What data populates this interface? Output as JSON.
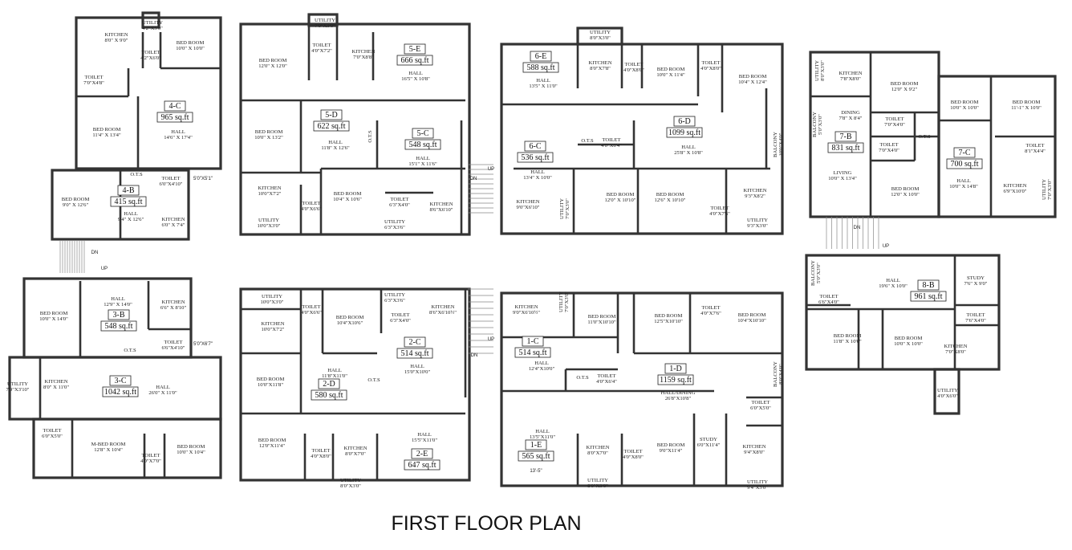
{
  "title": "FIRST FLOOR PLAN",
  "units": [
    {
      "id": "4-C",
      "area": "965 sq.ft",
      "rooms": [
        {
          "name": "UTILITY",
          "dim": "4'2\"X5'0\""
        },
        {
          "name": "KITCHEN",
          "dim": "8'0\" X 9'0\""
        },
        {
          "name": "BED ROOM",
          "dim": "10'0\" X 10'0\""
        },
        {
          "name": "TOILET",
          "dim": "4'2\"X6'0\""
        },
        {
          "name": "TOILET",
          "dim": "7'0\"X4'8\""
        },
        {
          "name": "BED ROOM",
          "dim": "11'4\" X 13'4\""
        },
        {
          "name": "HALL",
          "dim": "14'6\" X 17'4\""
        }
      ]
    },
    {
      "id": "4-B",
      "area": "415 sq.ft",
      "rooms": [
        {
          "name": "O.T.S",
          "dim": ""
        },
        {
          "name": "TOILET",
          "dim": "6'0\"X4'10\""
        },
        {
          "name": "BED ROOM",
          "dim": "9'0\" X 12'6\""
        },
        {
          "name": "HALL",
          "dim": "9'4\" X 12'6\""
        },
        {
          "name": "KITCHEN",
          "dim": "6'0\" X 7'4\""
        }
      ]
    },
    {
      "id": "3-B",
      "area": "548 sq.ft",
      "rooms": [
        {
          "name": "HALL",
          "dim": "12'9\" X 14'0\""
        },
        {
          "name": "BED ROOM",
          "dim": "10'0\" X 14'0\""
        },
        {
          "name": "KITCHEN",
          "dim": "6'6\" X 8'10\""
        },
        {
          "name": "TOILET",
          "dim": "6'6\"X4'10\""
        },
        {
          "name": "O.T.S",
          "dim": ""
        }
      ]
    },
    {
      "id": "3-C",
      "area": "1042 sq.ft",
      "rooms": [
        {
          "name": "UTILITY",
          "dim": "7'9\"X3'10\""
        },
        {
          "name": "KITCHEN",
          "dim": "8'0\" X 11'0\""
        },
        {
          "name": "HALL",
          "dim": "26'0\" X 11'0\""
        },
        {
          "name": "TOILET",
          "dim": "6'0\"X5'0\""
        },
        {
          "name": "M-BED ROOM",
          "dim": "12'8\" X 10'4\""
        },
        {
          "name": "TOILET",
          "dim": "4'0\"X7'0\""
        },
        {
          "name": "BED ROOM",
          "dim": "10'0\" X 10'4\""
        }
      ]
    },
    {
      "id": "5-E",
      "area": "666 sq.ft",
      "rooms": [
        {
          "name": "UTILITY",
          "dim": "7'0\"X3'0\""
        },
        {
          "name": "TOILET",
          "dim": "4'0\"X7'2\""
        },
        {
          "name": "BED ROOM",
          "dim": "12'0\" X 12'0\""
        },
        {
          "name": "KITCHEN",
          "dim": "7'0\"X8'8\""
        },
        {
          "name": "HALL",
          "dim": "16'5\" X 10'8\""
        }
      ]
    },
    {
      "id": "5-D",
      "area": "622 sq.ft",
      "rooms": [
        {
          "name": "BED ROOM",
          "dim": "10'0\" X 13'2\""
        },
        {
          "name": "HALL",
          "dim": "11'8\" X 12'6\""
        },
        {
          "name": "KITCHEN",
          "dim": "10'0\"X7'2\""
        },
        {
          "name": "TOILET",
          "dim": "4'0\"X6'6\""
        },
        {
          "name": "BED ROOM",
          "dim": "10'4\" X 10'6\""
        },
        {
          "name": "UTILITY",
          "dim": "10'0\"X3'0\""
        }
      ]
    },
    {
      "id": "5-C",
      "area": "548 sq.ft",
      "rooms": [
        {
          "name": "O.T.S",
          "dim": ""
        },
        {
          "name": "HALL",
          "dim": "15'1\" X 11'6\""
        },
        {
          "name": "TOILET",
          "dim": "6'3\"X4'0\""
        },
        {
          "name": "KITCHEN",
          "dim": "8'6\"X6'10\""
        },
        {
          "name": "UTILITY",
          "dim": "6'3\"X3'6\""
        }
      ]
    },
    {
      "id": "2-C",
      "area": "514 sq.ft",
      "rooms": [
        {
          "name": "UTILITY",
          "dim": "6'3\"X3'6\""
        },
        {
          "name": "TOILET",
          "dim": "6'3\"X4'0\""
        },
        {
          "name": "KITCHEN",
          "dim": "8'6\"X6'10½\""
        },
        {
          "name": "HALL",
          "dim": "15'0\"X10'0\""
        }
      ]
    },
    {
      "id": "2-D",
      "area": "580 sq.ft",
      "rooms": [
        {
          "name": "UTILITY",
          "dim": "10'0\"X3'0\""
        },
        {
          "name": "TOILET",
          "dim": "4'0\"X6'6\""
        },
        {
          "name": "KITCHEN",
          "dim": "10'0\"X7'2\""
        },
        {
          "name": "BED ROOM",
          "dim": "10'4\"X10'6\""
        },
        {
          "name": "BED ROOM",
          "dim": "10'0\"X11'8\""
        },
        {
          "name": "HALL",
          "dim": "11'8\"X11'0\""
        },
        {
          "name": "O.T.S",
          "dim": ""
        }
      ]
    },
    {
      "id": "2-E",
      "area": "647 sq.ft",
      "rooms": [
        {
          "name": "BED ROOM",
          "dim": "12'0\"X11'4\""
        },
        {
          "name": "TOILET",
          "dim": "4'0\"X8'0\""
        },
        {
          "name": "KITCHEN",
          "dim": "8'0\"X7'0\""
        },
        {
          "name": "HALL",
          "dim": "15'5\"X11'0\""
        },
        {
          "name": "UTILITY",
          "dim": "8'0\"X3'0\""
        }
      ]
    },
    {
      "id": "6-E",
      "area": "588 sq.ft",
      "rooms": [
        {
          "name": "HALL",
          "dim": "13'5\" X 11'0\""
        },
        {
          "name": "UTILITY",
          "dim": "8'0\"X3'0\""
        },
        {
          "name": "KITCHEN",
          "dim": "8'0\"X7'8\""
        }
      ]
    },
    {
      "id": "6-D",
      "area": "1099 sq.ft",
      "rooms": [
        {
          "name": "TOILET",
          "dim": "4'0\"X8'0\""
        },
        {
          "name": "BED ROOM",
          "dim": "10'0\" X 11'4\""
        },
        {
          "name": "TOILET",
          "dim": "4'0\"X8'0\""
        },
        {
          "name": "BED ROOM",
          "dim": "10'4\" X 12'4\""
        },
        {
          "name": "HALL",
          "dim": "25'8\" X 10'8\""
        },
        {
          "name": "BALCONY",
          "dim": "10'0\"X4'0\""
        },
        {
          "name": "BED ROOM",
          "dim": "12'0\" X 10'10\""
        },
        {
          "name": "BED ROOM",
          "dim": "12'6\" X 10'10\""
        },
        {
          "name": "TOILET",
          "dim": "4'0\"X7'6\""
        },
        {
          "name": "KITCHEN",
          "dim": "9'3\"X8'2\""
        },
        {
          "name": "UTILITY",
          "dim": "9'3\"X3'0\""
        }
      ]
    },
    {
      "id": "6-C",
      "area": "536 sq.ft",
      "rooms": [
        {
          "name": "O.T.S",
          "dim": ""
        },
        {
          "name": "TOILET",
          "dim": "4'0\"X6'4\""
        },
        {
          "name": "HALL",
          "dim": "13'4\" X 10'0\""
        },
        {
          "name": "KITCHEN",
          "dim": "9'0\"X6'10\""
        },
        {
          "name": "UTILITY",
          "dim": "7'0\"X3'0\""
        }
      ]
    },
    {
      "id": "1-C",
      "area": "514 sq.ft",
      "rooms": [
        {
          "name": "KITCHEN",
          "dim": "9'0\"X6'10½\""
        },
        {
          "name": "UTILITY",
          "dim": "7'0\"X3'0\""
        },
        {
          "name": "BED ROOM",
          "dim": "11'0\"X10'10\""
        },
        {
          "name": "HALL",
          "dim": "12'4\"X10'0\""
        },
        {
          "name": "O.T.S",
          "dim": ""
        },
        {
          "name": "TOILET",
          "dim": "4'0\"X6'4\""
        }
      ]
    },
    {
      "id": "1-D",
      "area": "1159 sq.ft",
      "rooms": [
        {
          "name": "BED ROOM",
          "dim": "12'5\"X10'10\""
        },
        {
          "name": "TOILET",
          "dim": "4'0\"X7'6\""
        },
        {
          "name": "BED ROOM",
          "dim": "10'4\"X10'10\""
        },
        {
          "name": "HALL/DINING",
          "dim": "26'8\"X10'8\""
        },
        {
          "name": "BALCONY",
          "dim": "8'0\"X4'0\""
        },
        {
          "name": "TOILET",
          "dim": "6'0\"X5'0\""
        },
        {
          "name": "BED ROOM",
          "dim": "9'0\"X11'4\""
        },
        {
          "name": "STUDY",
          "dim": "6'0\"X11'4\""
        },
        {
          "name": "KITCHEN",
          "dim": "9'4\"X8'0\""
        },
        {
          "name": "UTILITY",
          "dim": "9'4\"X3'0\""
        }
      ]
    },
    {
      "id": "1-E",
      "area": "565 sq.ft",
      "rooms": [
        {
          "name": "HALL",
          "dim": "13'5\"X11'0\""
        },
        {
          "name": "KITCHEN",
          "dim": "8'0\"X7'0\""
        },
        {
          "name": "TOILET",
          "dim": "4'0\"X8'0\""
        },
        {
          "name": "UTILITY",
          "dim": "8'0\"X3'0\""
        }
      ]
    },
    {
      "id": "7-B",
      "area": "831 sq.ft",
      "rooms": [
        {
          "name": "UTILITY",
          "dim": "8'0\"X3'0\""
        },
        {
          "name": "KITCHEN",
          "dim": "7'8\"X8'0\""
        },
        {
          "name": "BED ROOM",
          "dim": "12'0\" X 9'2\""
        },
        {
          "name": "BALCONY",
          "dim": "5'0\"X3'0\""
        },
        {
          "name": "DINING",
          "dim": "7'8\" X 8'4\""
        },
        {
          "name": "TOILET",
          "dim": "7'0\"X4'0\""
        },
        {
          "name": "TOILET",
          "dim": "7'0\"X4'0\""
        },
        {
          "name": "O.T.S",
          "dim": ""
        },
        {
          "name": "LIVING",
          "dim": "10'0\" X 13'4\""
        },
        {
          "name": "BED ROOM",
          "dim": "12'0\" X 10'0\""
        }
      ]
    },
    {
      "id": "7-C",
      "area": "700 sq.ft",
      "rooms": [
        {
          "name": "BED ROOM",
          "dim": "10'0\" X 10'0\""
        },
        {
          "name": "BED ROOM",
          "dim": "11'-1\" X 10'0\""
        },
        {
          "name": "TOILET",
          "dim": "8'1\"X4'4\""
        },
        {
          "name": "HALL",
          "dim": "10'0\" X 14'8\""
        },
        {
          "name": "KITCHEN",
          "dim": "6'9\"X10'0\""
        },
        {
          "name": "UTILITY",
          "dim": "7'0\"X3'0\""
        }
      ]
    },
    {
      "id": "8-B",
      "area": "961 sq.ft",
      "rooms": [
        {
          "name": "BALCONY",
          "dim": "5'0\"X3'0\""
        },
        {
          "name": "HALL",
          "dim": "19'6\" X 10'0\""
        },
        {
          "name": "STUDY",
          "dim": "7'6\" X 9'0\""
        },
        {
          "name": "TOILET",
          "dim": "6'6\"X4'0\""
        },
        {
          "name": "TOILET",
          "dim": "7'6\"X4'0\""
        },
        {
          "name": "BED ROOM",
          "dim": "11'8\" X 10'0\""
        },
        {
          "name": "BED ROOM",
          "dim": "10'0\" X 10'0\""
        },
        {
          "name": "KITCHEN",
          "dim": "7'0\"X8'0\""
        },
        {
          "name": "UTILITY",
          "dim": "4'0\"X6'0\""
        }
      ]
    }
  ],
  "notes": [
    "5'0\"X5'1\"",
    "5'0\"X6'7\"",
    "13'-5\""
  ],
  "stairs": [
    {
      "dn": "DN",
      "up": "UP"
    },
    {
      "dn": "DN",
      "up": "UP"
    },
    {
      "dn": "DN",
      "up": "UP"
    },
    {
      "dn": "DN",
      "up": "UP"
    }
  ]
}
